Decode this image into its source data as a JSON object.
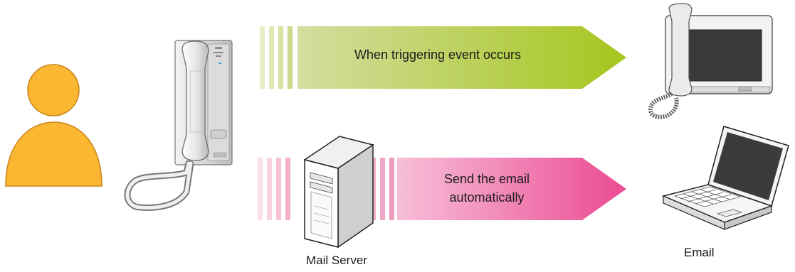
{
  "arrows": {
    "top": {
      "text": "When triggering event occurs",
      "color_start": "#c9d98a",
      "color_end": "#a9c81f"
    },
    "bottom": {
      "line1": "Send the email",
      "line2": "automatically",
      "color_start": "#f4b3cf",
      "color_end": "#ec4f97"
    }
  },
  "labels": {
    "mail_server": "Mail Server",
    "email": "Email"
  },
  "colors": {
    "person": "#fbb731",
    "person_stroke": "#c9851a"
  },
  "icons": {
    "person": "person-icon",
    "door_station": "door-station-icon",
    "mail_server": "server-icon",
    "monitor": "monitor-station-icon",
    "laptop": "laptop-icon"
  }
}
